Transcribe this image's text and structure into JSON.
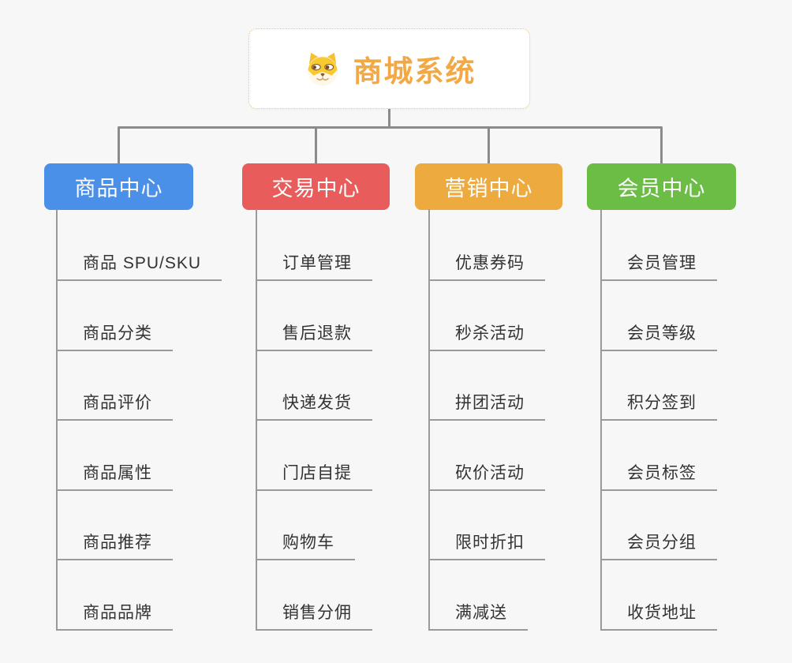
{
  "app": {
    "background_color": "#f7f7f7",
    "connector_color": "#8b8b8b",
    "underline_color": "#9a9a9a",
    "text_color": "#333333"
  },
  "root": {
    "title": "商城系统",
    "icon": "dog-face-icon",
    "title_color": "#f2a945",
    "border_color": "#f0c275",
    "background": "#ffffff"
  },
  "branches": [
    {
      "label": "商品中心",
      "color": "#4a8fe8",
      "items": [
        "商品 SPU/SKU",
        "商品分类",
        "商品评价",
        "商品属性",
        "商品推荐",
        "商品品牌"
      ]
    },
    {
      "label": "交易中心",
      "color": "#e95c5c",
      "items": [
        "订单管理",
        "售后退款",
        "快递发货",
        "门店自提",
        "购物车",
        "销售分佣"
      ]
    },
    {
      "label": "营销中心",
      "color": "#ecaa3f",
      "items": [
        "优惠券码",
        "秒杀活动",
        "拼团活动",
        "砍价活动",
        "限时折扣",
        "满减送"
      ]
    },
    {
      "label": "会员中心",
      "color": "#6cbd45",
      "items": [
        "会员管理",
        "会员等级",
        "积分签到",
        "会员标签",
        "会员分组",
        "收货地址"
      ]
    }
  ]
}
